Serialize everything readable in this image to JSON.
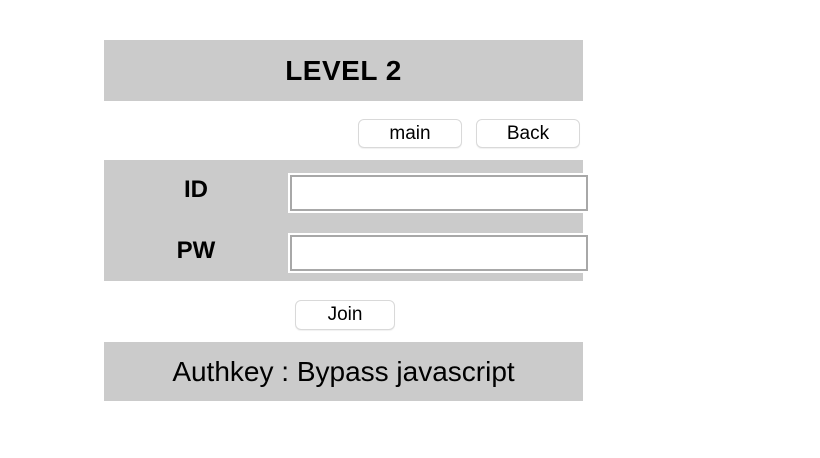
{
  "header": {
    "title": "LEVEL 2"
  },
  "nav": {
    "main_label": "main",
    "back_label": "Back"
  },
  "form": {
    "id_label": "ID",
    "pw_label": "PW",
    "id_value": "",
    "pw_value": "",
    "join_label": "Join"
  },
  "footer": {
    "authkey_text": "Authkey : Bypass javascript"
  },
  "colors": {
    "panel_bg": "#cbcbcb",
    "page_bg": "#ffffff",
    "button_border": "#d9d9d9",
    "input_border": "#a8a8a8",
    "text": "#000000"
  }
}
